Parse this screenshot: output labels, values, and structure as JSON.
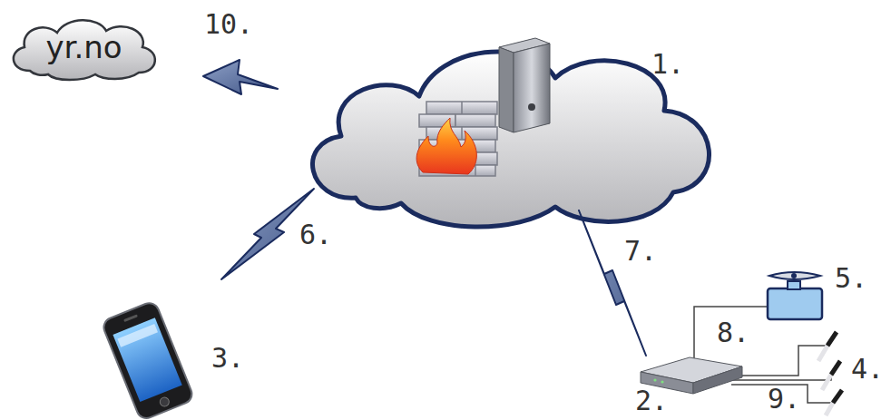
{
  "diagram": {
    "nodes": [
      {
        "text": [
          "yr.no"
        ]
      }
    ],
    "labels": [
      "10.",
      "1.",
      "6.",
      "7.",
      "5.",
      "3.",
      "8.",
      "4.",
      "2.",
      "9."
    ]
  }
}
